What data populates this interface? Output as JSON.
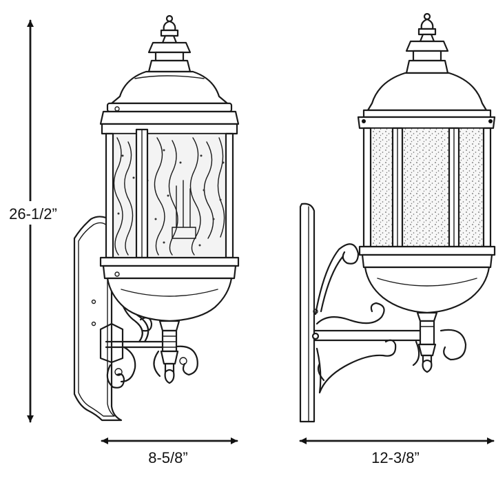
{
  "dimensions": {
    "height": "26-1/2”",
    "width_front": "8-5/8”",
    "width_side": "12-3/8”"
  },
  "colors": {
    "line": "#1a1a1a",
    "background": "#ffffff"
  }
}
